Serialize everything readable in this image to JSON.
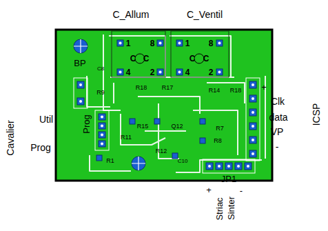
{
  "diagram": {
    "labels": [
      "C_Allum",
      "C_Ventil",
      "1",
      "8",
      "C",
      "C",
      "4",
      "2",
      "1",
      "8",
      "C",
      "C",
      "4",
      "2",
      "BP",
      "C8",
      "R9",
      "R18",
      "R17",
      "R14",
      "R18",
      "+",
      "Clk",
      "data",
      "VP",
      "-",
      "ICSP",
      "Cavalier",
      "Util",
      "Prog",
      "Prog",
      "R15",
      "R11",
      "Q12",
      "R7",
      "R8",
      "R12",
      "R1",
      "C10",
      "JP1",
      "+",
      "Striac",
      "Sinter",
      "-"
    ]
  }
}
